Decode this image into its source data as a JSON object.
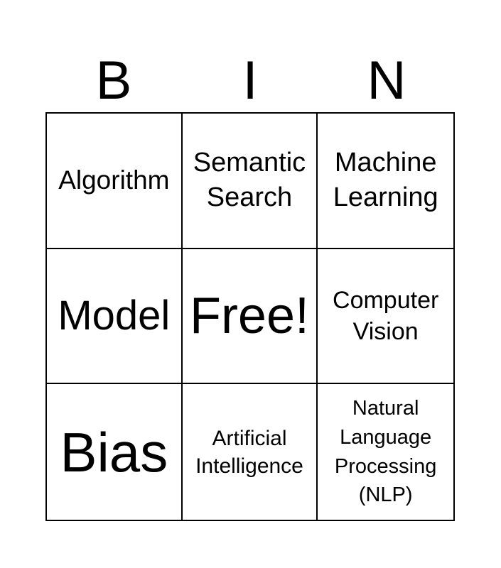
{
  "header": {
    "letters": [
      "B",
      "I",
      "N"
    ]
  },
  "board": {
    "cells": [
      "Algorithm",
      "Semantic Search",
      "Machine Learning",
      "Model",
      "Free!",
      "Computer Vision",
      "Bias",
      "Artificial Intelligence",
      "Natural Language Processing (NLP)"
    ]
  }
}
